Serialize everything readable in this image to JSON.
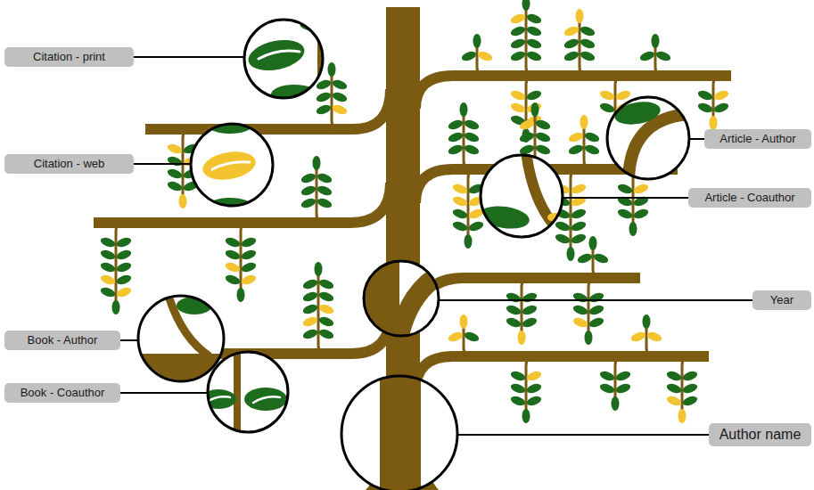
{
  "diagram": {
    "nodes": [
      {
        "text": [
          "Citation - print"
        ]
      },
      {
        "text": [
          "Article - Author"
        ]
      },
      {
        "text": [
          "Citation - web"
        ]
      },
      {
        "text": [
          "Article - Coauthor"
        ]
      },
      {
        "text": [
          "Year"
        ]
      },
      {
        "text": [
          "Book - Author"
        ]
      },
      {
        "text": [
          "Book - Coauthor"
        ]
      },
      {
        "text": [
          "Author name"
        ]
      }
    ]
  }
}
